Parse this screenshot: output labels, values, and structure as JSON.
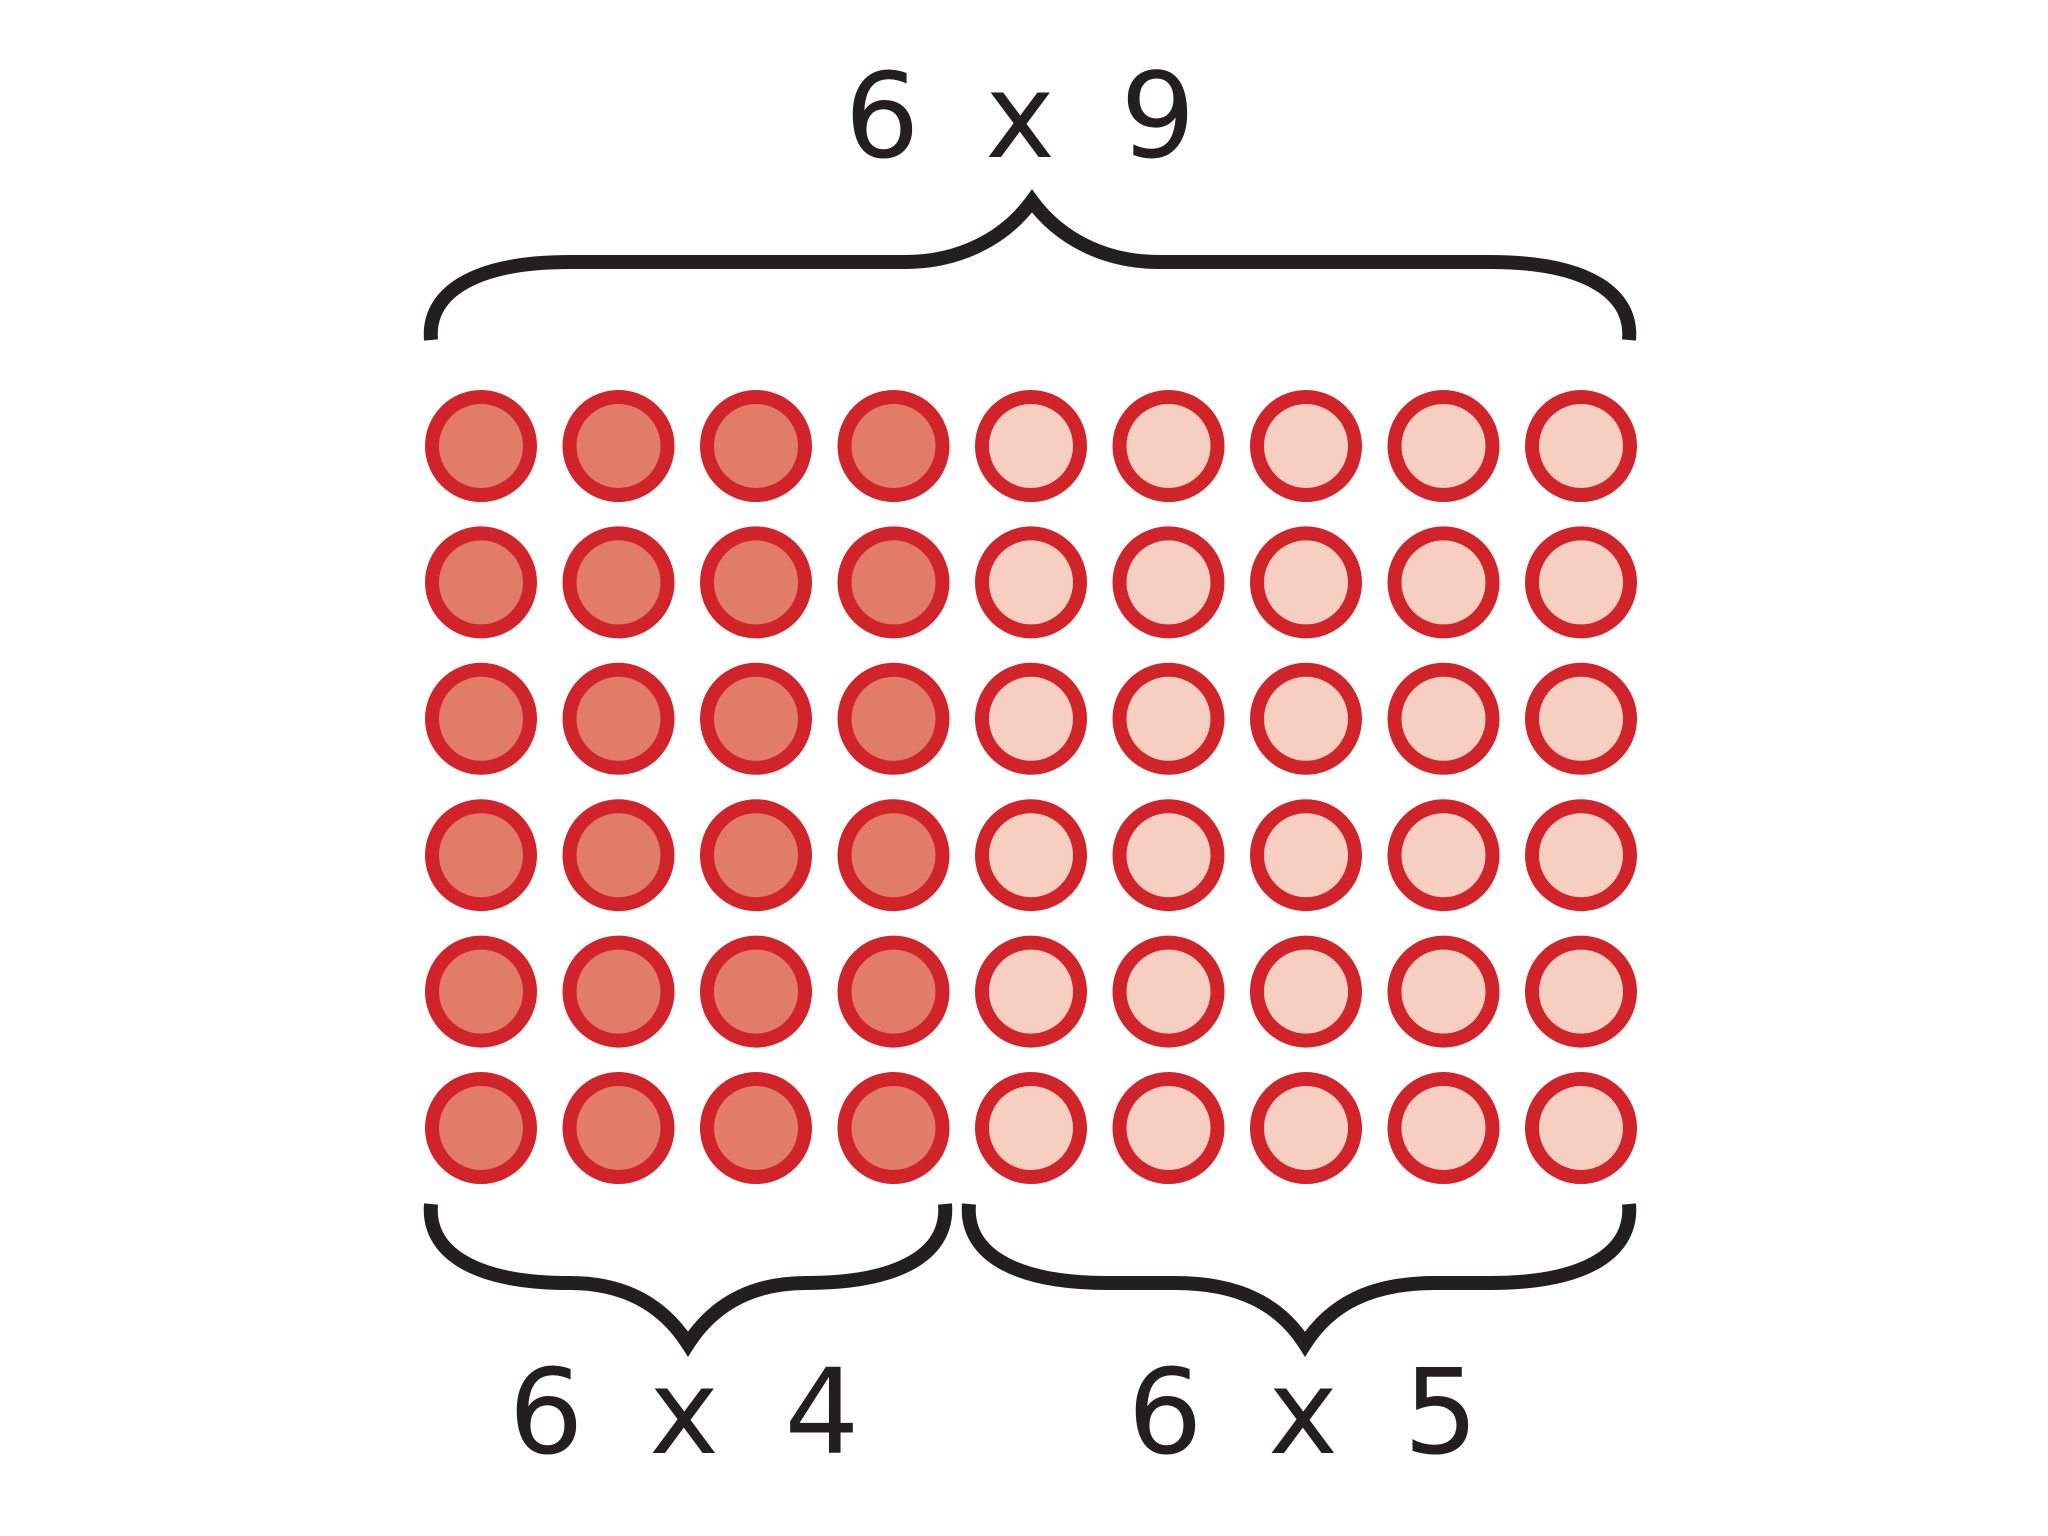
{
  "labels": {
    "total": "6 x 9",
    "left_part": "6 x 4",
    "right_part": "6 x 5"
  },
  "array": {
    "rows": 6,
    "columns": 9,
    "left_group_columns": 4,
    "right_group_columns": 5
  },
  "colors": {
    "outline": "#d1232a",
    "left_fill": "#e07c67",
    "right_fill": "#f6cfc1",
    "brace": "#231f20"
  }
}
